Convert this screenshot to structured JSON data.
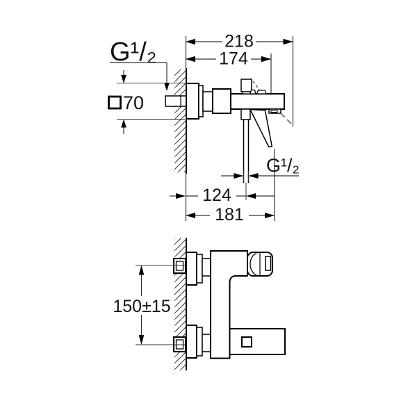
{
  "page": {
    "background": "#ffffff",
    "line_color": "#000000",
    "dimension_color": "#111111"
  },
  "drawing": {
    "side_view": {
      "dimensions": {
        "total_projection": "218",
        "body_projection": "174",
        "inlet_thread": "G¹/₂",
        "escutcheon_size": "70",
        "outlet_thread": "G¹/₂",
        "outlet_offset": "124",
        "lever_projection": "181"
      }
    },
    "front_view": {
      "dimensions": {
        "connection_spacing": "150±15"
      }
    }
  }
}
